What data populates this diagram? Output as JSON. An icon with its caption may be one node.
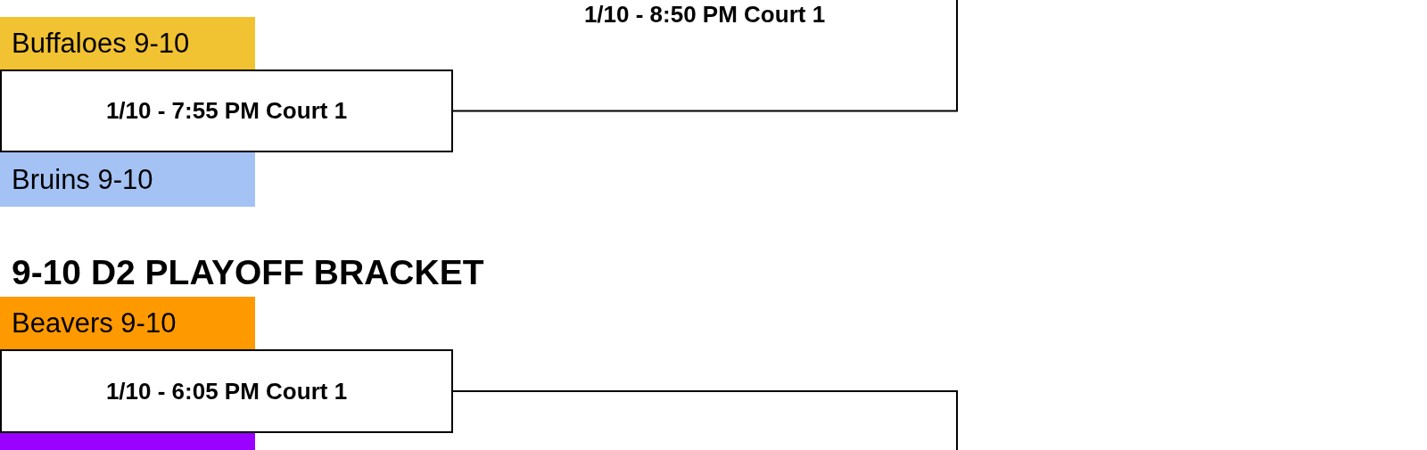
{
  "diagram": {
    "nodes": [
      {
        "text": [
          "Buffaloes 9-10"
        ]
      },
      {
        "text": [
          "1/10 - 7:55 PM Court 1"
        ]
      },
      {
        "text": [
          "Bruins 9-10"
        ]
      },
      {
        "text": [
          "Beavers 9-10"
        ]
      },
      {
        "text": [
          "1/10 - 6:05 PM Court 1"
        ]
      },
      {
        "text": [],
        "shape": "box"
      }
    ],
    "edges": [
      {
        "from": 1,
        "to": null,
        "arrow": "none"
      },
      {
        "from": 4,
        "to": null,
        "arrow": "none"
      }
    ],
    "labels": [
      "1/10 - 8:50 PM Court 1",
      "9-10 D2 PLAYOFF BRACKET"
    ]
  }
}
